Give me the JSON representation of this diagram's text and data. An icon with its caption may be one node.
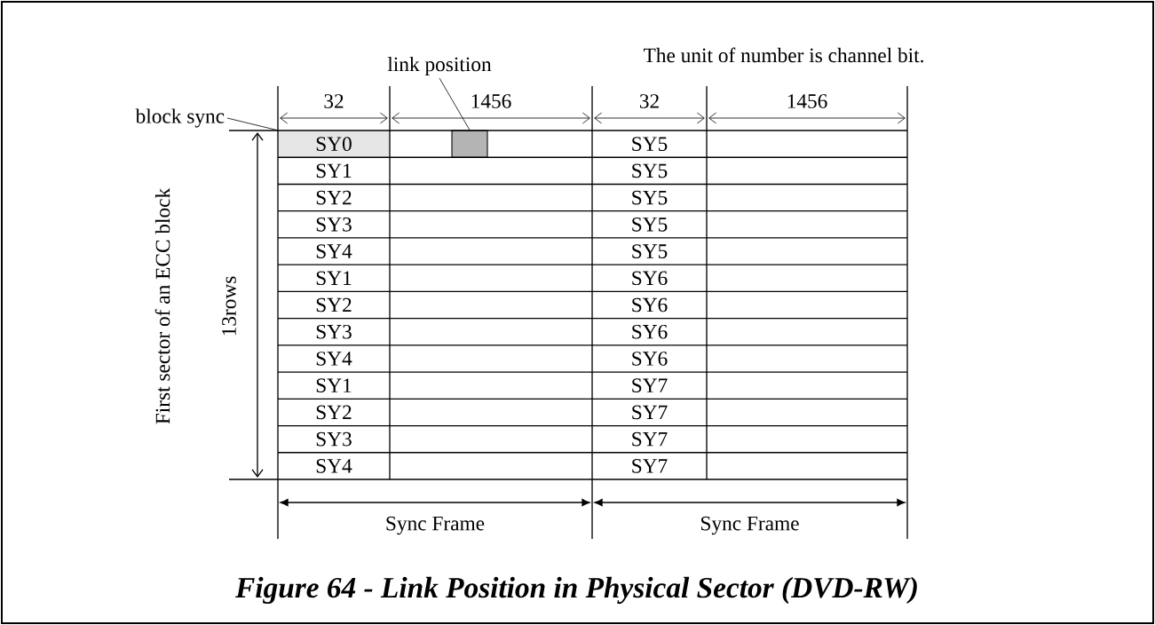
{
  "diagram": {
    "caption": "Figure 64 - Link Position in Physical Sector (DVD-RW)",
    "nodes": [
      {
        "text": [
          "link position"
        ]
      },
      {
        "text": [
          "block sync"
        ]
      },
      {
        "text": [
          "SY0"
        ]
      },
      {
        "text": [],
        "shape": "box"
      }
    ],
    "edges": [
      {
        "from": 0,
        "to": 3,
        "arrow": "none"
      },
      {
        "from": 1,
        "to": 2,
        "arrow": "none"
      }
    ],
    "labels": [
      "The unit of number is channel bit.",
      "32",
      "1456",
      "32",
      "1456",
      "First sector of an ECC block",
      "13rows",
      "SY5",
      "SY1",
      "SY5",
      "SY2",
      "SY5",
      "SY3",
      "SY5",
      "SY4",
      "SY5",
      "SY1",
      "SY6",
      "SY2",
      "SY6",
      "SY3",
      "SY6",
      "SY4",
      "SY6",
      "SY1",
      "SY7",
      "SY2",
      "SY7",
      "SY3",
      "SY7",
      "SY4",
      "SY7",
      "Sync Frame",
      "Sync Frame"
    ]
  }
}
